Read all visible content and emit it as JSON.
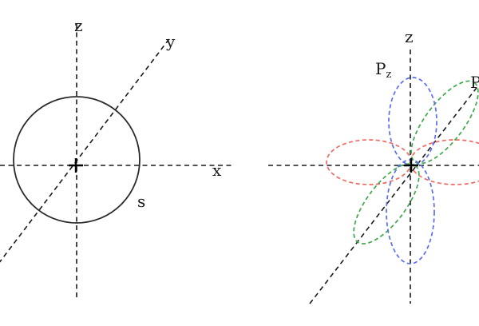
{
  "left_panel": {
    "axis_labels": {
      "z": "z",
      "y": "y",
      "x": "x"
    },
    "orbital_label": "s",
    "sphere_color": "#2b2b2b"
  },
  "right_panel": {
    "axis_labels": {
      "z": "z"
    },
    "orbital_labels": {
      "pz_main": "P",
      "pz_sub": "z",
      "cut_off": "P"
    },
    "lobe_colors": {
      "pz": "#5b6cf0",
      "py": "#3fa84a",
      "px": "#ef6b62"
    }
  }
}
